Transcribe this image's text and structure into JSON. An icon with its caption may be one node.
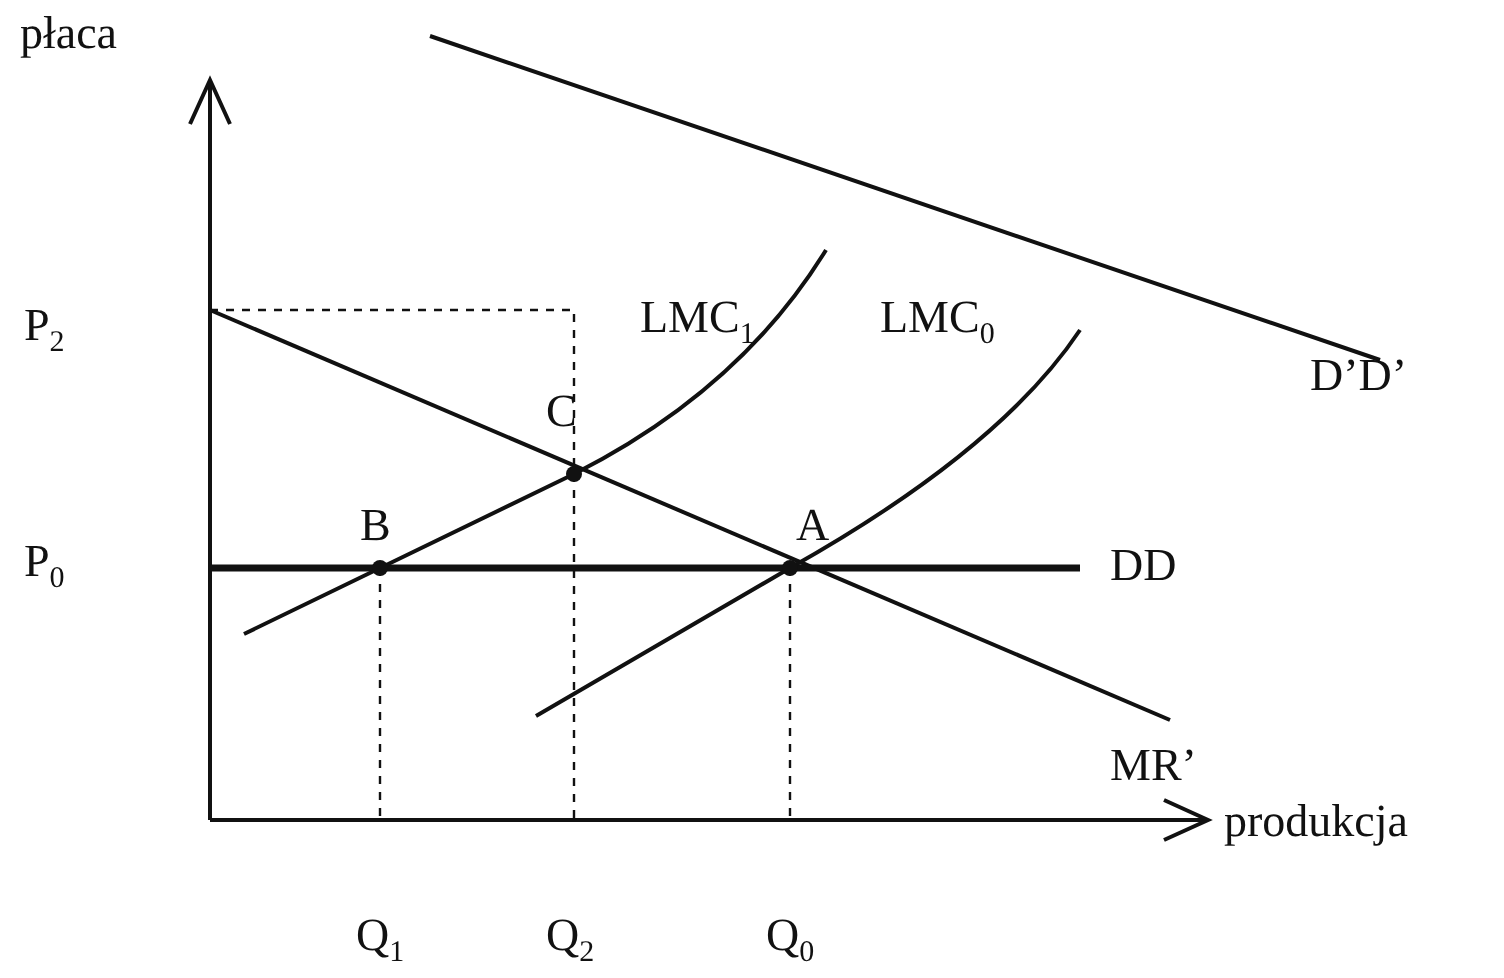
{
  "diagram": {
    "labels": [
      "płaca",
      "P$_{2}$",
      "LMC$_{1}$",
      "LMC$_{0}$",
      "D’D’",
      "C",
      "P$_{0}$",
      "B",
      "A",
      "DD",
      "MR’",
      "produkcja",
      "Q$_{1}$",
      "Q$_{2}$",
      "Q$_{0}$"
    ]
  }
}
